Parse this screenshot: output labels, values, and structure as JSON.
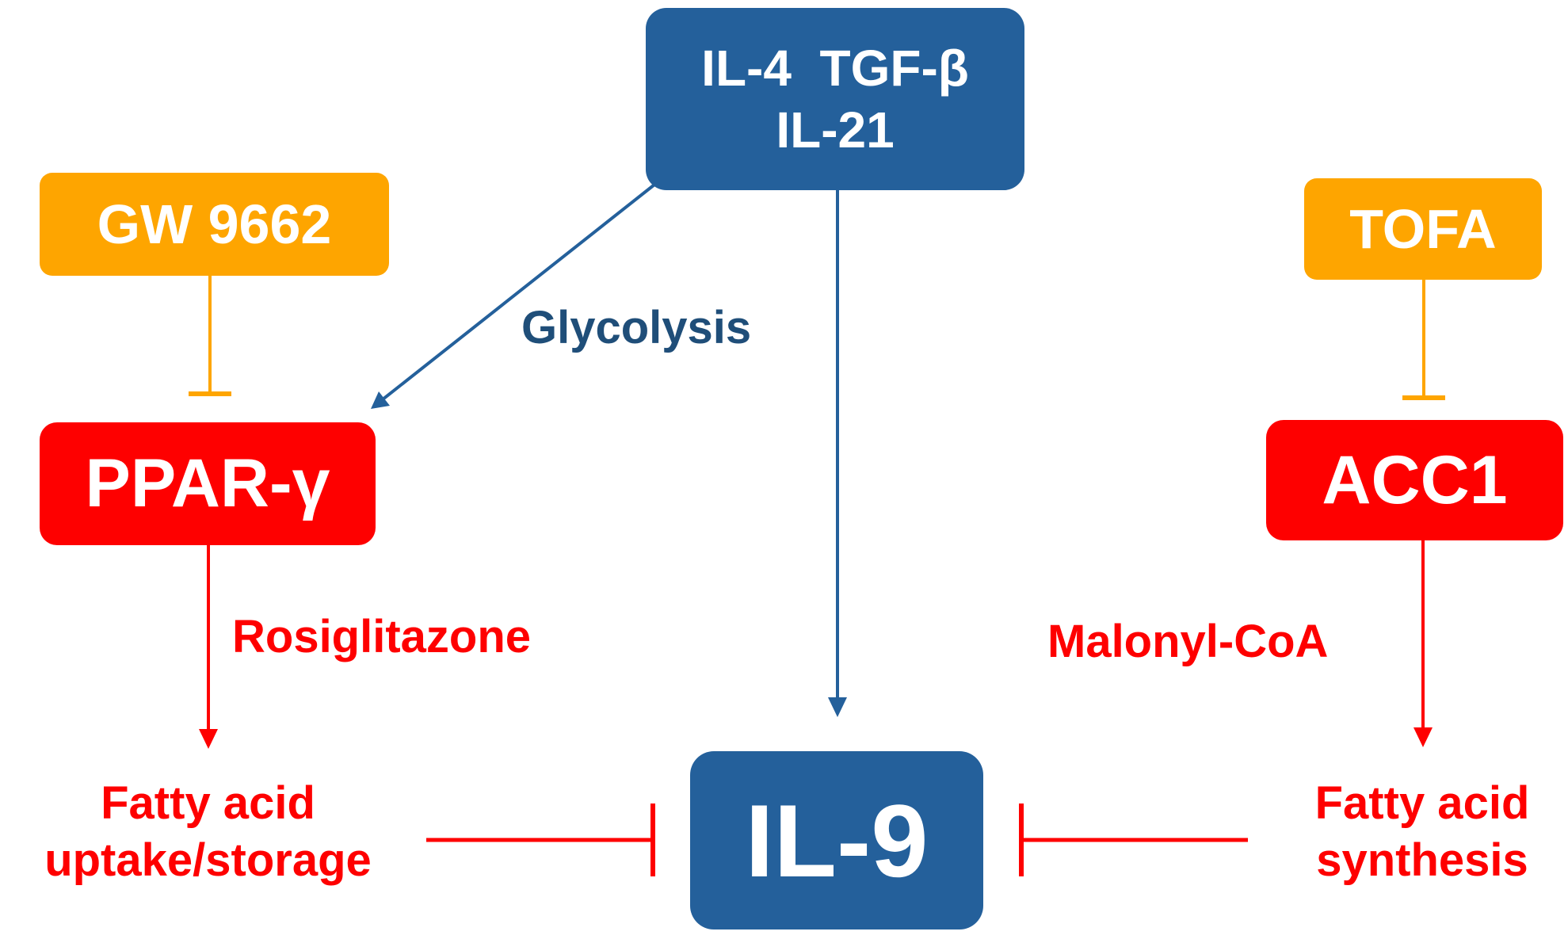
{
  "nodes": {
    "cytokines": {
      "line1": "IL-4  TGF-β",
      "line2": "IL-21"
    },
    "gw9662": "GW 9662",
    "tofa": "TOFA",
    "ppar": "PPAR-γ",
    "acc1": "ACC1",
    "il9": "IL-9"
  },
  "labels": {
    "glycolysis": "Glycolysis",
    "rosiglitazone": "Rosiglitazone",
    "malonyl": "Malonyl-CoA",
    "fatty_left_line1": "Fatty acid",
    "fatty_left_line2": "uptake/storage",
    "fatty_right_line1": "Fatty acid",
    "fatty_right_line2": "synthesis"
  },
  "colors": {
    "blue": "#24609b",
    "orange": "#fea500",
    "red": "#fe0000",
    "navy_text": "#1f4e79"
  },
  "edges": [
    {
      "from": "cytokines",
      "to": "ppar",
      "kind": "activation",
      "color": "blue"
    },
    {
      "from": "cytokines",
      "to": "il9",
      "kind": "activation",
      "color": "blue"
    },
    {
      "from": "gw9662",
      "to": "ppar",
      "kind": "inhibition",
      "color": "orange"
    },
    {
      "from": "tofa",
      "to": "acc1",
      "kind": "inhibition",
      "color": "orange"
    },
    {
      "from": "ppar",
      "to": "fatty_left",
      "kind": "activation",
      "color": "red"
    },
    {
      "from": "acc1",
      "to": "fatty_right",
      "kind": "activation",
      "color": "red"
    },
    {
      "from": "fatty_left",
      "to": "il9",
      "kind": "inhibition",
      "color": "red"
    },
    {
      "from": "fatty_right",
      "to": "il9",
      "kind": "inhibition",
      "color": "red"
    }
  ]
}
